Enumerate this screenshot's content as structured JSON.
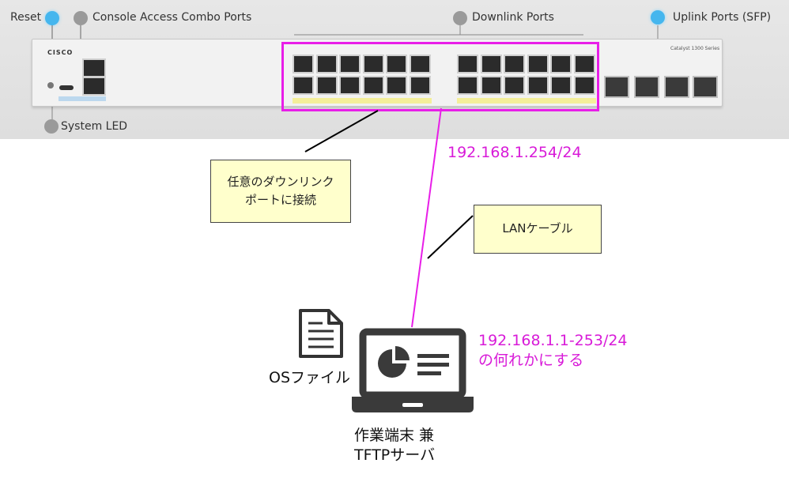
{
  "labels": {
    "reset": "Reset",
    "console": "Console Access Combo Ports",
    "downlink": "Downlink Ports",
    "uplink": "Uplink Ports (SFP)",
    "system_led": "System LED"
  },
  "device": {
    "brand": "CISCO",
    "model": "Catalyst 1300 Series"
  },
  "callouts": {
    "downlink_line1": "任意のダウンリンク",
    "downlink_line2": "ポートに接続",
    "cable": "LANケーブル"
  },
  "addresses": {
    "switch_ip": "192.168.1.254/24",
    "pc_ip_line1": "192.168.1.1-253/24",
    "pc_ip_line2": "の何れかにする"
  },
  "os_file_label": "OSファイル",
  "pc_caption": {
    "line1": "作業端末 兼",
    "line2": "TFTPサーバ"
  },
  "colors": {
    "highlight": "#e81ee8",
    "led_blue": "#45b6ee",
    "led_grey": "#9a9a9a",
    "callout_bg": "#ffffcc"
  },
  "icons": [
    "document-icon",
    "laptop-icon",
    "pie-chart-icon"
  ]
}
